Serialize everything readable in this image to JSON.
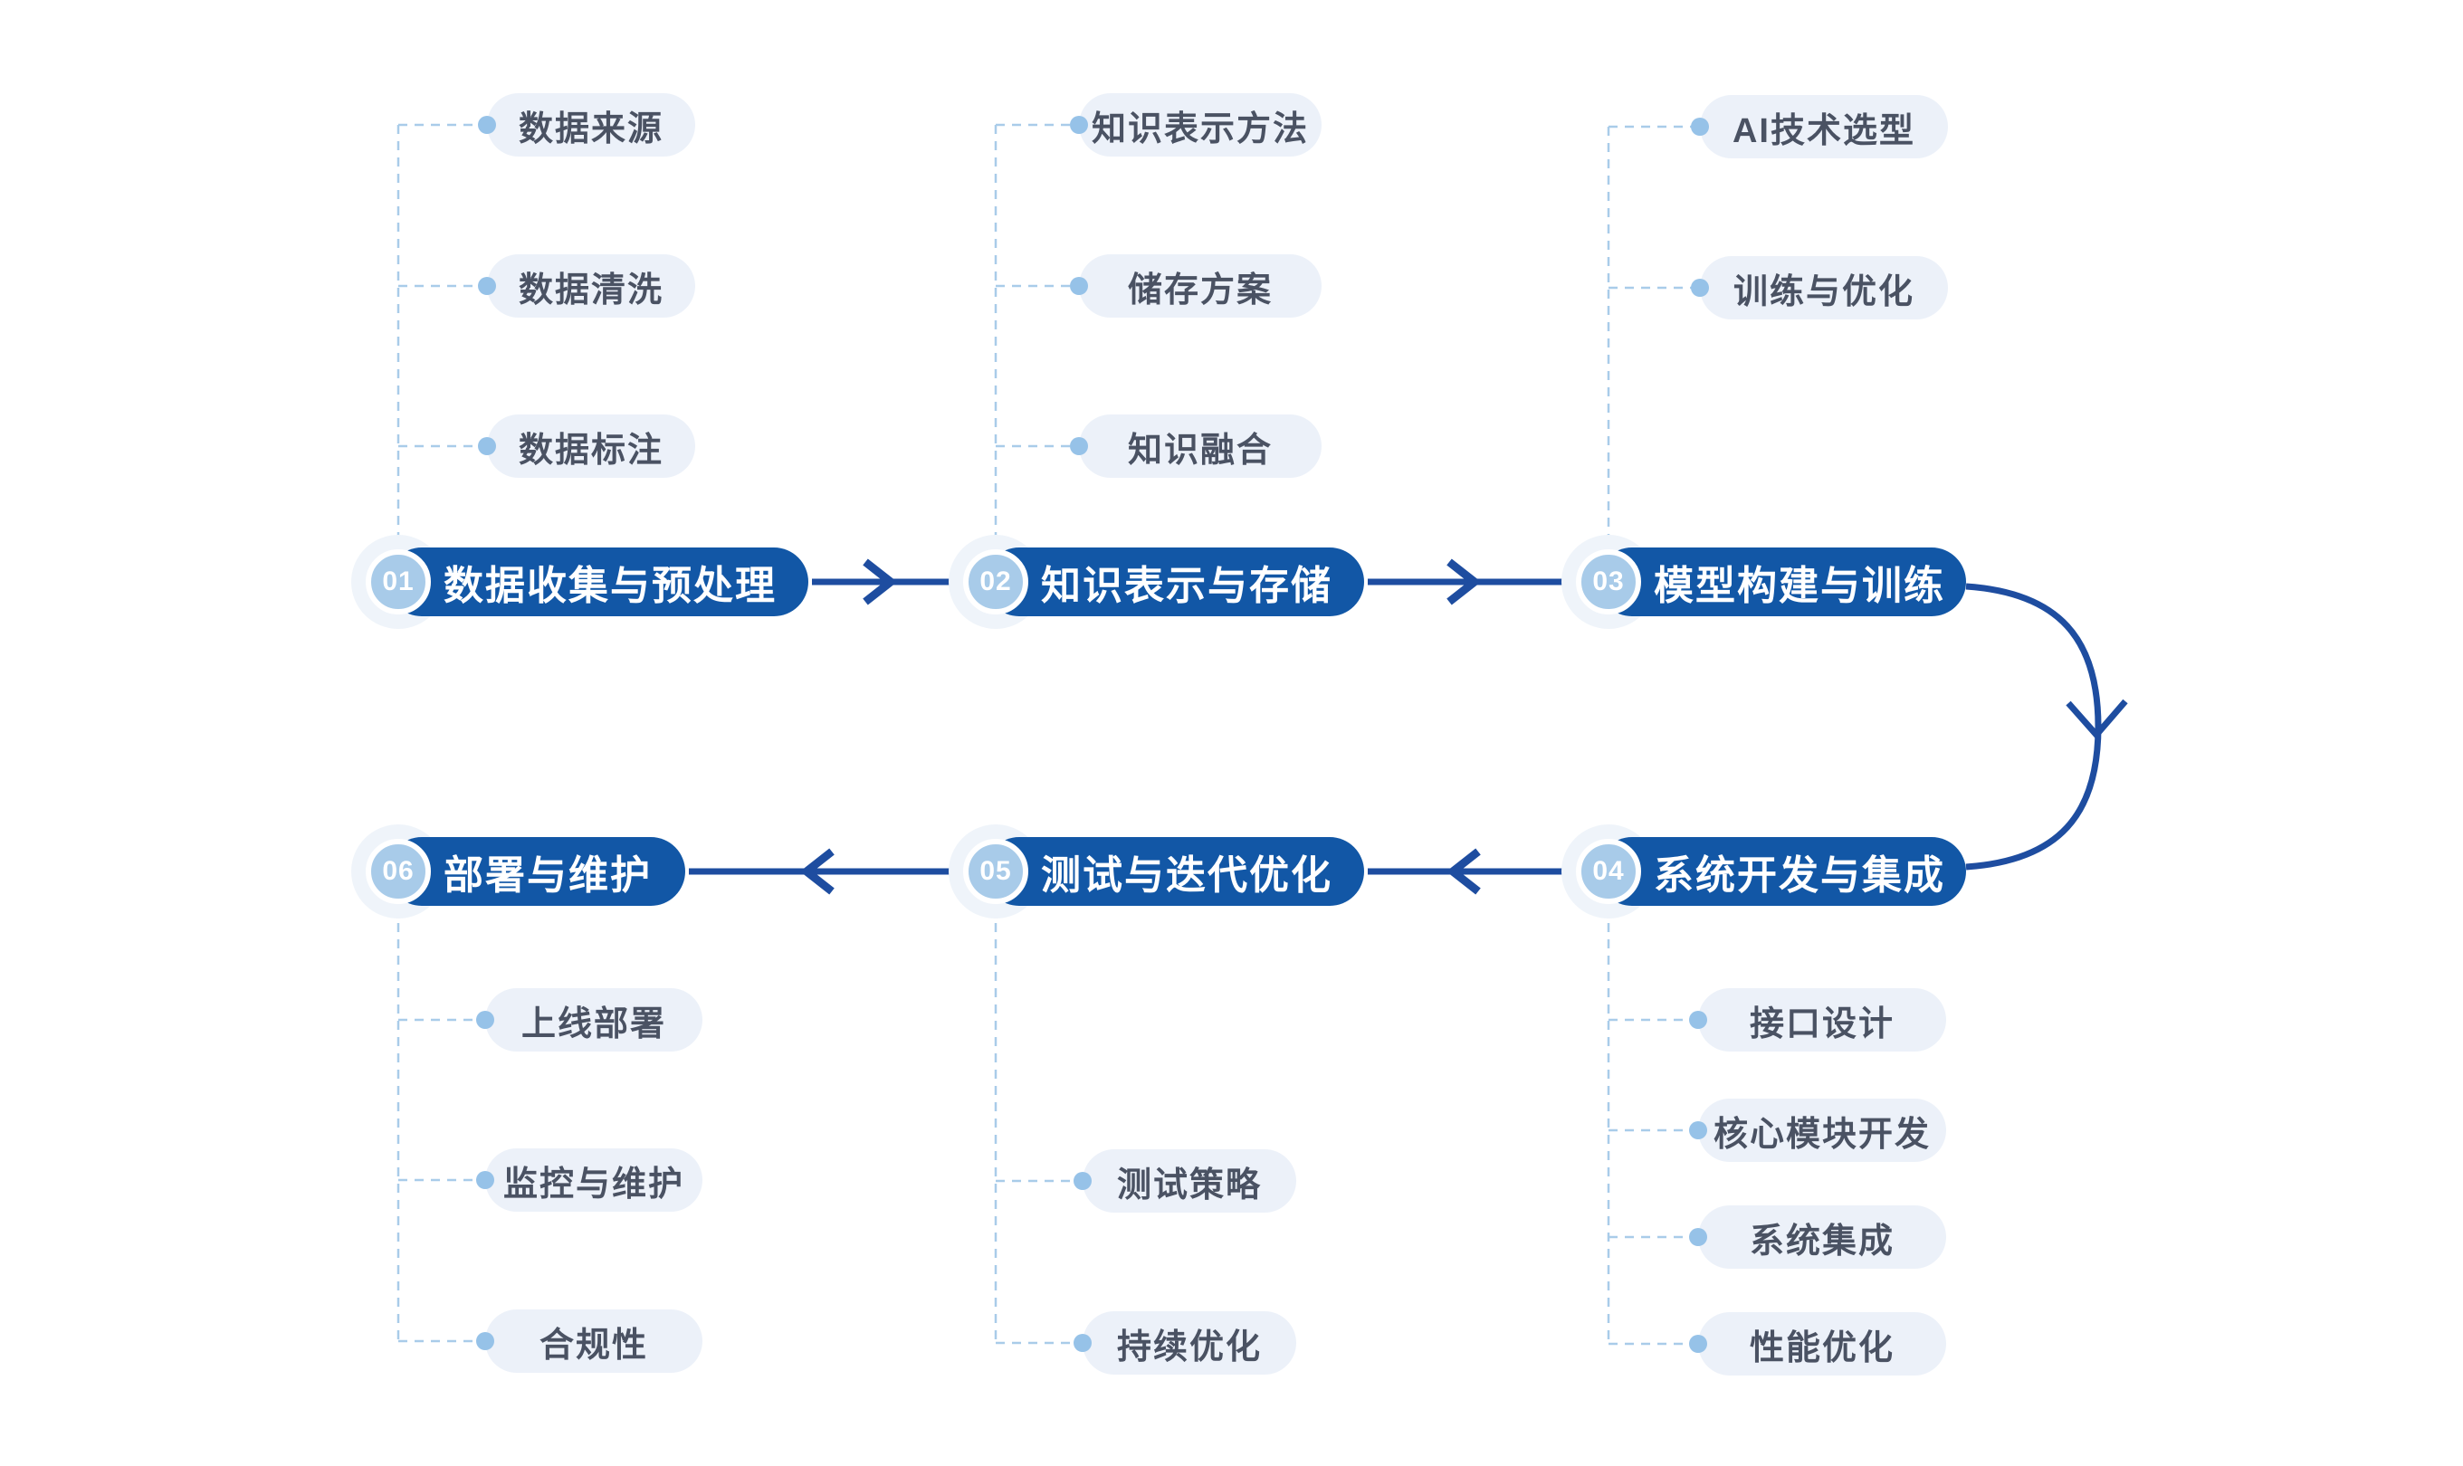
{
  "diagram": {
    "title": "",
    "colors": {
      "stage_pill_blue": "#1257A6",
      "stage_badge_blue": "#A8CBE9",
      "arrow_navy": "#1E4DA0",
      "sub_pill_bg": "#ECF1F9",
      "sub_text": "#4A5263",
      "dashed_connector": "#A9CCE9",
      "connector_dot": "#96C2E8",
      "background": "#FFFFFF"
    },
    "stages": [
      {
        "number": "01",
        "label": "数据收集与预处理",
        "sub_items": [
          "数据来源",
          "数据清洗",
          "数据标注"
        ]
      },
      {
        "number": "02",
        "label": "知识表示与存储",
        "sub_items": [
          "知识表示方法",
          "储存方案",
          "知识融合"
        ]
      },
      {
        "number": "03",
        "label": "模型构建与训练",
        "sub_items": [
          "AI技术选型",
          "训练与优化"
        ]
      },
      {
        "number": "04",
        "label": "系统开发与集成",
        "sub_items": [
          "接口设计",
          "核心模块开发",
          "系统集成",
          "性能优化"
        ]
      },
      {
        "number": "05",
        "label": "测试与迭代优化",
        "sub_items": [
          "测试策略",
          "持续优化"
        ]
      },
      {
        "number": "06",
        "label": "部署与维护",
        "sub_items": [
          "上线部署",
          "监控与维护",
          "合规性"
        ]
      }
    ]
  }
}
